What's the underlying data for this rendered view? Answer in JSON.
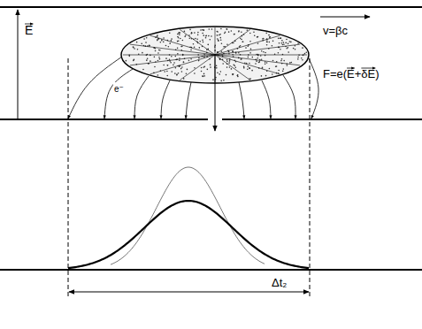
{
  "diagram": {
    "labels": [
      "E",
      "v=βc",
      "F=e(E+δE)",
      "e⁻",
      "Δt₂"
    ]
  }
}
